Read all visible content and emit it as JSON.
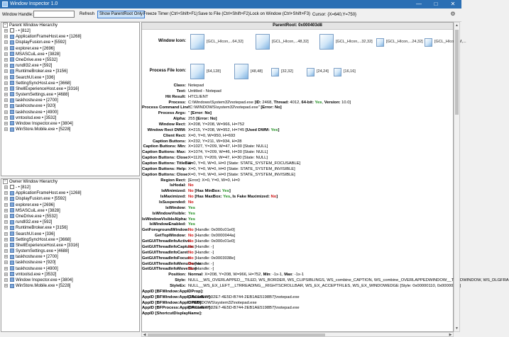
{
  "window": {
    "title": "Window Inspector 1.0",
    "minimize": "—",
    "maximize": "□",
    "close": "✕"
  },
  "toolbar": {
    "handle_label": "Window Handle:",
    "handle_value": "",
    "refresh": "Refresh",
    "show_parent_root": "Show ParentRoot Only",
    "freeze_timer": "Freeze Timer (Ctrl+Shift+F1)",
    "save_to_file": "Save to File (Ctrl+Shift+F2)",
    "lock_on_window": "Lock on Window (Ctrl+Shift+F3)",
    "cursor": "Cursor: {X=640,Y=750}"
  },
  "parent_tree": {
    "header": "Parent Window Hierarchy",
    "items": [
      {
        "label": "- • [812]",
        "icon": "doc-icon",
        "expander": "+"
      },
      {
        "label": "ApplicationFrameHost.exe • [1268]",
        "icon": "window-icon",
        "expander": "+"
      },
      {
        "label": "DisplayFusion.exe • [5592]",
        "icon": "window-icon",
        "expander": "+"
      },
      {
        "label": "explorer.exe • [2696]",
        "icon": "window-icon",
        "expander": "+"
      },
      {
        "label": "MSASCuiL.exe • [3828]",
        "icon": "window-icon",
        "expander": "+"
      },
      {
        "label": "OneDrive.exe • [5532]",
        "icon": "window-icon",
        "expander": "+"
      },
      {
        "label": "rundll32.exe • [592]",
        "icon": "window-icon",
        "expander": "+"
      },
      {
        "label": "RuntimeBroker.exe • [3156]",
        "icon": "window-icon",
        "expander": "+"
      },
      {
        "label": "SearchUI.exe • [336]",
        "icon": "window-icon",
        "expander": "+"
      },
      {
        "label": "SettingSyncHost.exe • [3668]",
        "icon": "window-icon",
        "expander": "+"
      },
      {
        "label": "ShellExperienceHost.exe • [3316]",
        "icon": "window-icon",
        "expander": "+"
      },
      {
        "label": "SystemSettings.exe • [4688]",
        "icon": "window-icon",
        "expander": "+"
      },
      {
        "label": "taskhostw.exe • [2700]",
        "icon": "window-icon",
        "expander": "+"
      },
      {
        "label": "taskhostw.exe • [920]",
        "icon": "window-icon",
        "expander": "+"
      },
      {
        "label": "taskhostw.exe • [4900]",
        "icon": "window-icon",
        "expander": "+"
      },
      {
        "label": "vmtoolsd.exe • [3532]",
        "icon": "window-icon",
        "expander": "+"
      },
      {
        "label": "Window Inspector.exe • [3804]",
        "icon": "window-icon",
        "expander": "+"
      },
      {
        "label": "WinStore.Mobile.exe • [5228]",
        "icon": "window-icon",
        "expander": "+"
      }
    ]
  },
  "owner_tree": {
    "header": "Owner Window Hierarchy",
    "items": [
      {
        "label": "- • [812]",
        "icon": "doc-icon",
        "expander": "+"
      },
      {
        "label": "ApplicationFrameHost.exe • [1268]",
        "icon": "window-icon",
        "expander": "+"
      },
      {
        "label": "DisplayFusion.exe • [5592]",
        "icon": "window-icon",
        "expander": "+"
      },
      {
        "label": "explorer.exe • [2696]",
        "icon": "window-icon",
        "expander": "+"
      },
      {
        "label": "MSASCuiL.exe • [3828]",
        "icon": "window-icon",
        "expander": "+"
      },
      {
        "label": "OneDrive.exe • [5532]",
        "icon": "window-icon",
        "expander": "+"
      },
      {
        "label": "rundll32.exe • [592]",
        "icon": "window-icon",
        "expander": "+"
      },
      {
        "label": "RuntimeBroker.exe • [3156]",
        "icon": "window-icon",
        "expander": "+"
      },
      {
        "label": "SearchUI.exe • [336]",
        "icon": "window-icon",
        "expander": "+"
      },
      {
        "label": "SettingSyncHost.exe • [3668]",
        "icon": "window-icon",
        "expander": "+"
      },
      {
        "label": "ShellExperienceHost.exe • [3316]",
        "icon": "window-icon",
        "expander": "+"
      },
      {
        "label": "SystemSettings.exe • [4688]",
        "icon": "window-icon",
        "expander": "+"
      },
      {
        "label": "taskhostw.exe • [2700]",
        "icon": "window-icon",
        "expander": "+"
      },
      {
        "label": "taskhostw.exe • [920]",
        "icon": "window-icon",
        "expander": "+"
      },
      {
        "label": "taskhostw.exe • [4900]",
        "icon": "window-icon",
        "expander": "+"
      },
      {
        "label": "vmtoolsd.exe • [3532]",
        "icon": "window-icon",
        "expander": "+"
      },
      {
        "label": "Window Inspector.exe • [3804]",
        "icon": "window-icon",
        "expander": "+"
      },
      {
        "label": "WinStore.Mobile.exe • [5228]",
        "icon": "window-icon",
        "expander": "+"
      }
    ]
  },
  "details": {
    "header": "ParentRoot: 0x000403d8",
    "window_icon_label": "Window Icon:",
    "window_icons": [
      "[GCL_HIcon,...64,32]",
      "[GCL_HIcon,...48,32]",
      "[GCL_HIcon,...32,32]",
      "[GCL_HIcon,...24,32]",
      "[GCL_HIconSM,..."
    ],
    "process_icon_label": "Process File Icon:",
    "process_icons": [
      "[64,128]",
      "[48,48]",
      "[32,32]",
      "[24,24]",
      "[16,16]"
    ],
    "properties": [
      {
        "k": "Class:",
        "v": [
          {
            "t": "Notepad"
          }
        ]
      },
      {
        "k": "Text:",
        "v": [
          {
            "t": "Untitled - Notepad"
          }
        ]
      },
      {
        "k": "Hit Result:",
        "v": [
          {
            "t": "HTCLIENT"
          }
        ]
      },
      {
        "k": "Process:",
        "v": [
          {
            "t": "C:\\Windows\\System32\\notepad.exe ["
          },
          {
            "t": "ID:",
            "s": "b"
          },
          {
            "t": " 2468, "
          },
          {
            "t": "Thread:",
            "s": "b"
          },
          {
            "t": " 4012, "
          },
          {
            "t": "64-bit:",
            "s": "b"
          },
          {
            "t": " Yes",
            "s": "ok"
          },
          {
            "t": ", "
          },
          {
            "t": "Version:",
            "s": "b"
          },
          {
            "t": " 10.0]"
          }
        ]
      },
      {
        "k": "Process Command Line:",
        "v": [
          {
            "t": "\"C:\\WINDOWS\\system32\\notepad.exe\" "
          },
          {
            "t": "[Error: No]",
            "s": "b"
          }
        ]
      },
      {
        "k": "Process Args:",
        "v": [
          {
            "t": "\" "
          },
          {
            "t": "[Error: No]",
            "s": "b"
          }
        ]
      },
      {
        "k": "Alpha:",
        "v": [
          {
            "t": "255 "
          },
          {
            "t": "[Error: No]",
            "s": "b"
          }
        ]
      },
      {
        "k": "Window Rect:",
        "v": [
          {
            "t": "X=208, Y=208, W=966, H=752"
          }
        ]
      },
      {
        "k": "Window Rect DWM:",
        "v": [
          {
            "t": "X=215, Y=208, W=952, H=745 "
          },
          {
            "t": "[Used DWM: ",
            "s": "b"
          },
          {
            "t": "Yes",
            "s": "ok"
          },
          {
            "t": "]",
            "s": "b"
          }
        ]
      },
      {
        "k": "Client Rect:",
        "v": [
          {
            "t": "X=0, Y=0, W=950, H=693"
          }
        ]
      },
      {
        "k": "Caption Buttons:",
        "v": [
          {
            "t": "X=232, Y=211, W=934, H=28"
          }
        ]
      },
      {
        "k": "Caption Buttons: Min:",
        "v": [
          {
            "t": "X=1027, Y=209, W=47, H=30 [State: NULL]"
          }
        ]
      },
      {
        "k": "Caption Buttons: Max:",
        "v": [
          {
            "t": "X=1074, Y=209, W=46, H=30 [State: NULL]"
          }
        ]
      },
      {
        "k": "Caption Buttons: Close:",
        "v": [
          {
            "t": "X=1120, Y=209, W=47, H=30 [State: NULL]"
          }
        ]
      },
      {
        "k": "Caption Buttons: TitleBar:",
        "v": [
          {
            "t": "X=0, Y=0, W=0, H=0 [State: STATE_SYSTEM_FOCUSABLE]"
          }
        ]
      },
      {
        "k": "Caption Buttons: Help:",
        "v": [
          {
            "t": "X=0, Y=0, W=0, H=0 [State: STATE_SYSTEM_INVISIBLE]"
          }
        ]
      },
      {
        "k": "Caption Buttons: Close:",
        "v": [
          {
            "t": "X=0, Y=0, W=0, H=0 [State: STATE_SYSTEM_INVISIBLE]"
          }
        ]
      },
      {
        "k": "Region Rect:",
        "v": [
          {
            "t": "[Error]: X=0, Y=0, W=0, H=0"
          }
        ]
      },
      {
        "k": "IsHodal:",
        "v": [
          {
            "t": "No",
            "s": "bad"
          }
        ]
      },
      {
        "k": "IsMinimized:",
        "v": [
          {
            "t": "No",
            "s": "bad"
          },
          {
            "t": " [Has MinBox: ",
            "s": "b"
          },
          {
            "t": "Yes",
            "s": "ok"
          },
          {
            "t": "]",
            "s": "b"
          }
        ]
      },
      {
        "k": "IsMaximized:",
        "v": [
          {
            "t": "No",
            "s": "bad"
          },
          {
            "t": " [Has MaxBox: ",
            "s": "b"
          },
          {
            "t": "Yes",
            "s": "ok"
          },
          {
            "t": ", Is Fake Maximized: ",
            "s": "b"
          },
          {
            "t": "No",
            "s": "bad"
          },
          {
            "t": "]",
            "s": "b"
          }
        ]
      },
      {
        "k": "IsSuspended:",
        "v": [
          {
            "t": "No",
            "s": "bad"
          }
        ]
      },
      {
        "k": "IsWindow:",
        "v": [
          {
            "t": "Yes",
            "s": "ok"
          }
        ]
      },
      {
        "k": "IsWindowVisible:",
        "v": [
          {
            "t": "Yes",
            "s": "ok"
          }
        ]
      },
      {
        "k": "IsWindowVisibleAlpha:",
        "v": [
          {
            "t": "Yes",
            "s": "ok"
          }
        ]
      },
      {
        "k": "IsWindowEnabled:",
        "v": [
          {
            "t": "Yes",
            "s": "ok"
          }
        ]
      },
      {
        "k": "GetForegroundWindow:",
        "v": [
          {
            "t": "No",
            "s": "bad"
          },
          {
            "t": " [Handle: 0x000c01e0]"
          }
        ]
      },
      {
        "k": "GetTopWindow:",
        "v": [
          {
            "t": "No",
            "s": "bad"
          },
          {
            "t": " [Handle: 0x0000044a]"
          }
        ]
      },
      {
        "k": "GetGUIThreadInfoActive:",
        "v": [
          {
            "t": "No",
            "s": "bad"
          },
          {
            "t": " [Handle: 0x000c01e0]"
          }
        ]
      },
      {
        "k": "GetGUIThreadInfoCapture:",
        "v": [
          {
            "t": "No",
            "s": "bad"
          },
          {
            "t": " [Handle: -]"
          }
        ]
      },
      {
        "k": "GetGUIThreadInfoCaret:",
        "v": [
          {
            "t": "No",
            "s": "bad"
          },
          {
            "t": " [Handle: -]"
          }
        ]
      },
      {
        "k": "GetGUIThreadInfoFocus:",
        "v": [
          {
            "t": "No",
            "s": "bad"
          },
          {
            "t": " [Handle: 0x0003038e]"
          }
        ]
      },
      {
        "k": "GetGUIThreadInfoMenuOwner:",
        "v": [
          {
            "t": "No",
            "s": "bad"
          },
          {
            "t": " [Handle: -]"
          }
        ]
      },
      {
        "k": "GetGUIThreadInfoMoveSize:",
        "v": [
          {
            "t": "No",
            "s": "bad"
          },
          {
            "t": " [Handle: -]"
          }
        ]
      },
      {
        "k": "Position:",
        "v": [
          {
            "t": "Normal",
            "s": "b"
          },
          {
            "t": ": X=208, Y=208, W=966, H=752, "
          },
          {
            "t": "Min",
            "s": "b"
          },
          {
            "t": ": -1x-1, "
          },
          {
            "t": "Max",
            "s": "b"
          },
          {
            "t": ": -1x-1"
          }
        ]
      },
      {
        "k": "Style:",
        "v": [
          {
            "t": "NULL__WS_OVERLAPPED__TILED, WS_BORDER, WS_CLIPSIBLINGS, WS_combine_CAPTION, WS_combine_OVERLAPPEDWINDOW__TILEDWINDOW, WS_DLGFRA"
          }
        ]
      },
      {
        "k": "StyleEx:",
        "v": [
          {
            "t": "NULL__WS_EX_LEFT__LTRREADING__RIGHTSCROLLBAR, WS_EX_ACCEPTFILES, WS_EX_WINDOWEDGE [Style: 0x00000110, 0x00000110]"
          }
        ]
      },
      {
        "k": "AppID [BFWindow:AppIDProp]:",
        "v": [
          {
            "t": "-"
          }
        ]
      },
      {
        "k": "AppID [BFWindow:AppIDResolver]:",
        "v": [
          {
            "t": "{1AC14E77-02E7-4E5D-B744-2EB1AE5198B7}\\notepad.exe"
          }
        ]
      },
      {
        "k": "AppID [BFWindow:AppIDPEB]:",
        "v": [
          {
            "t": "C:\\WINDOWS\\system32\\notepad.exe"
          }
        ]
      },
      {
        "k": "AppID [BFProcess:AppIDResolver]:",
        "v": [
          {
            "t": "{1AC14E77-02E7-4E5D-B744-2EB1AE5198B7}\\notepad.exe"
          }
        ]
      },
      {
        "k": "AppID [ShortcutDisplayName]:",
        "v": [
          {
            "t": "-"
          }
        ]
      }
    ]
  },
  "scrollbars": {
    "up": "▲",
    "down": "▼",
    "left": "◀",
    "right": "▶"
  }
}
